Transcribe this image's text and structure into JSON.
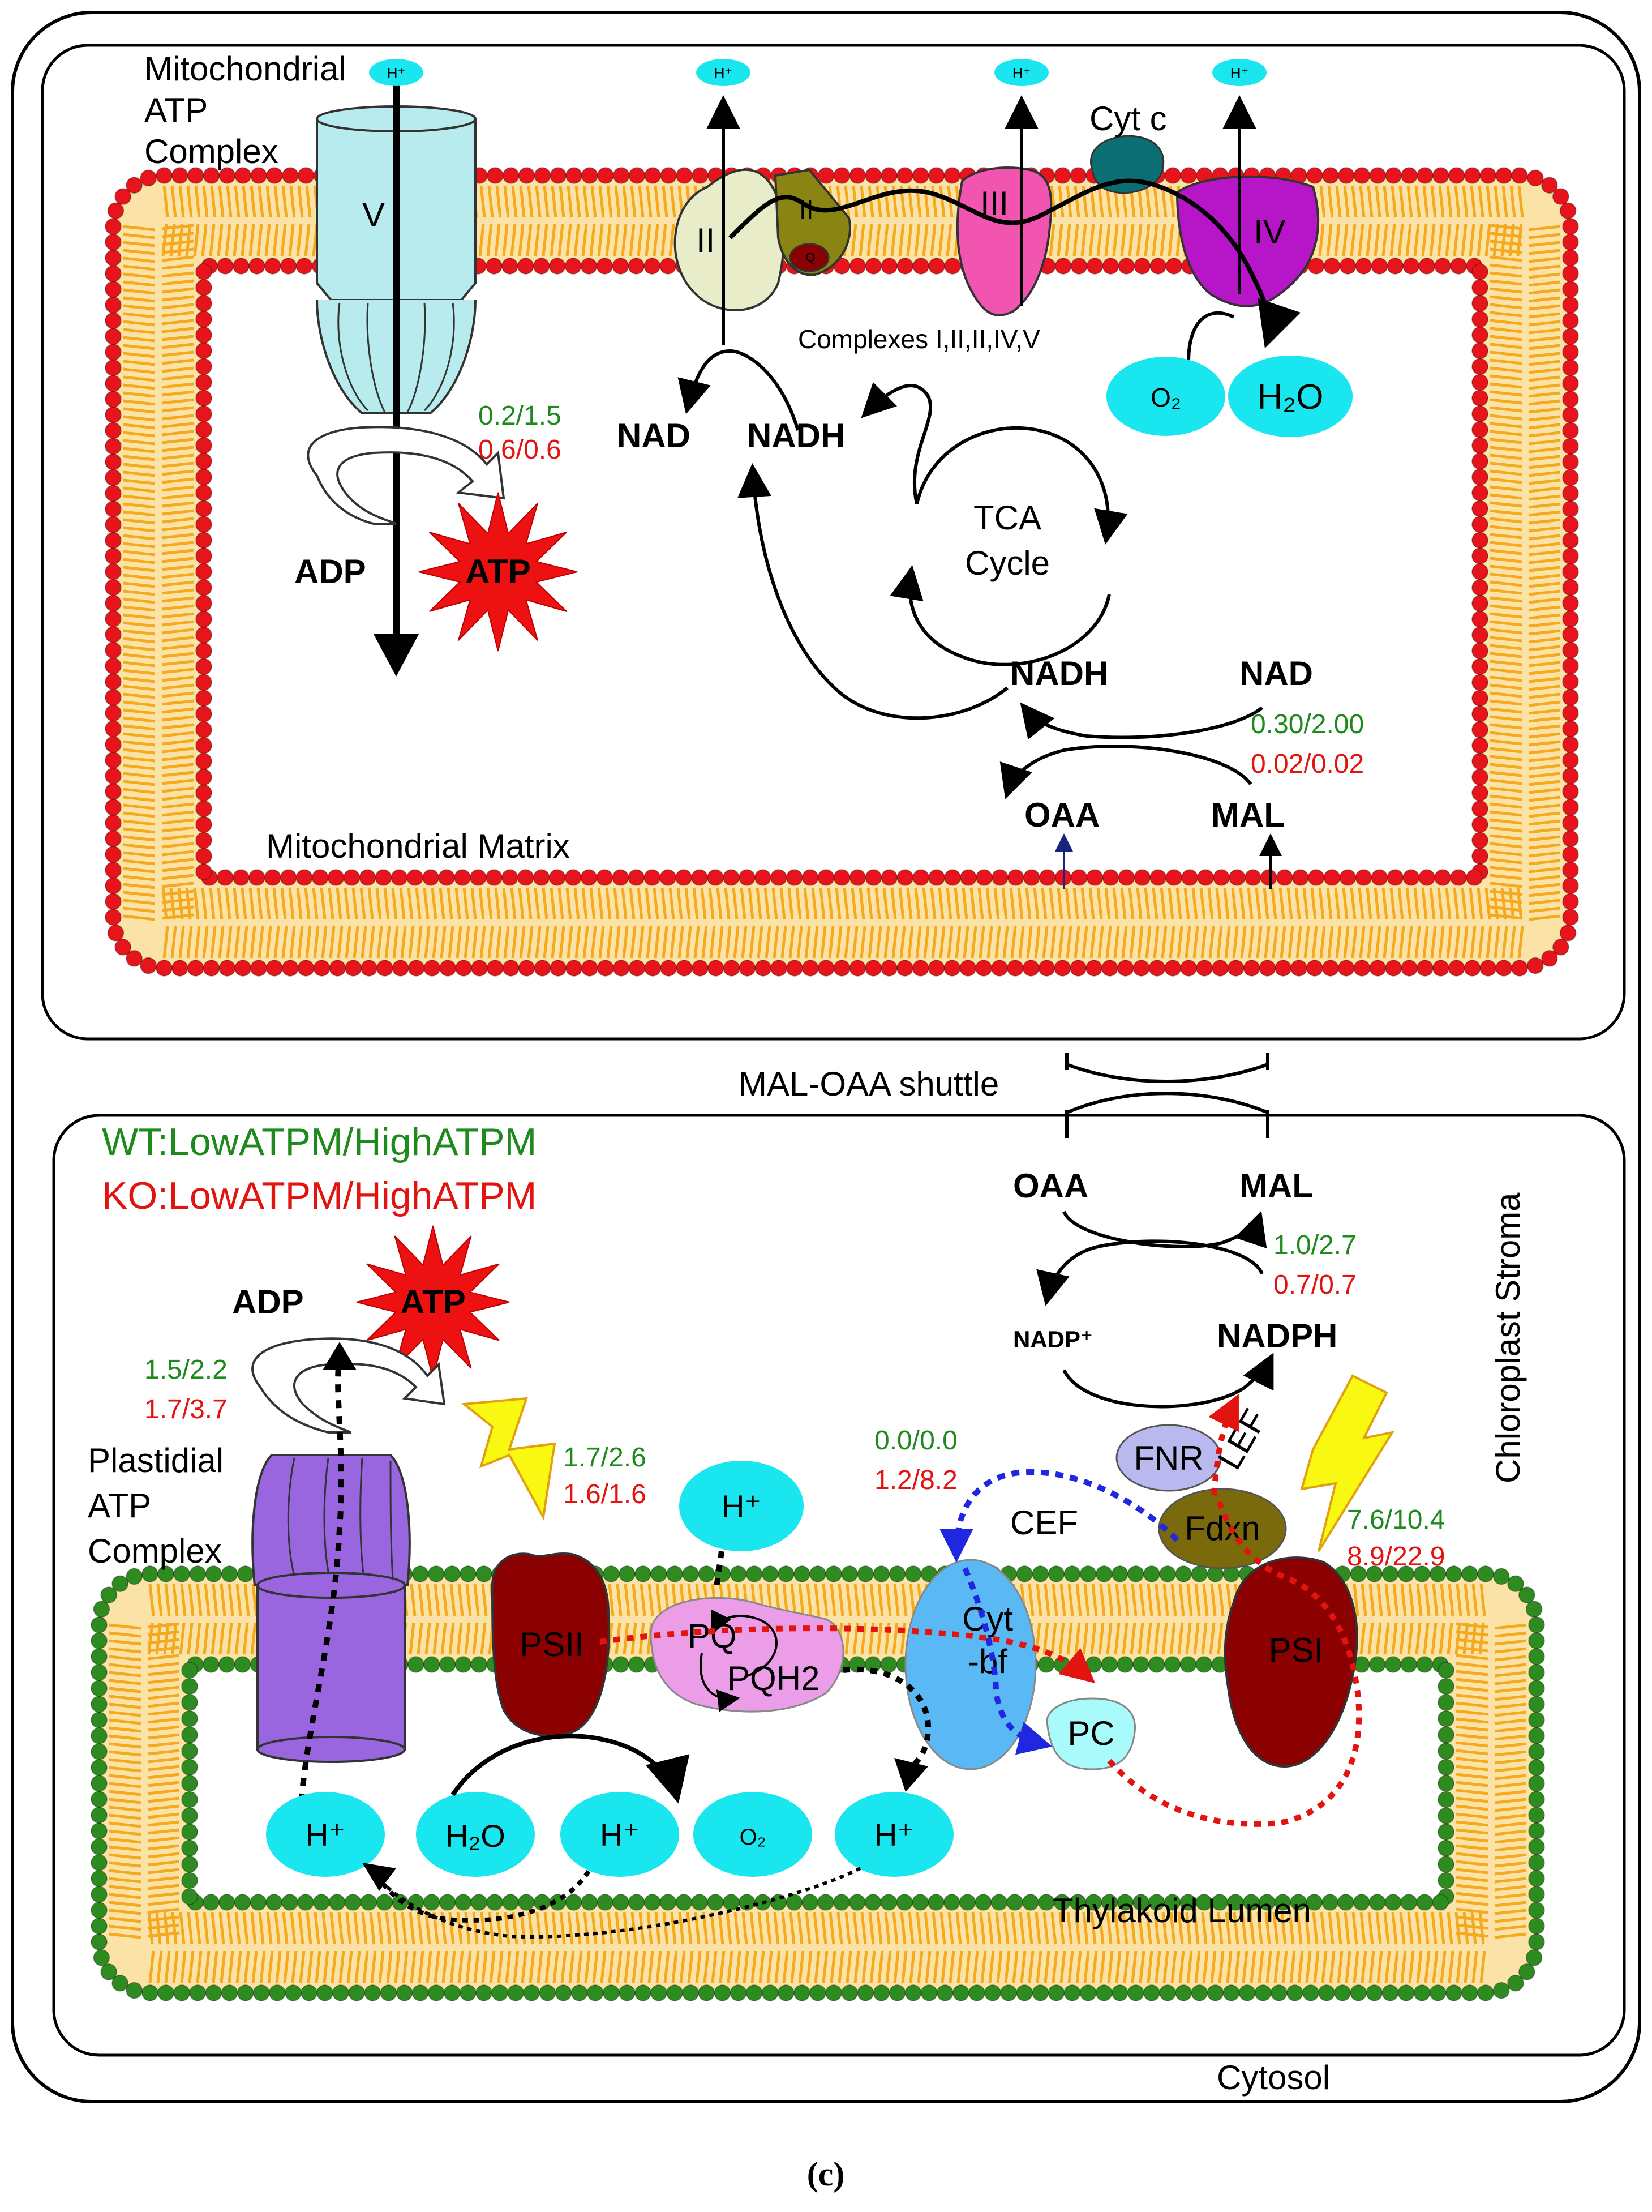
{
  "colors": {
    "mito_head": "#e8141b",
    "chloro_head": "#2e8b1f",
    "tail": "#f4a91e",
    "wt_green": "#1e8a1e",
    "ko_red": "#e3140f",
    "proton_cyan": "#19e6ee",
    "atp_red": "#ee1111",
    "complex_v": "#b7ebee",
    "complex_ii": "#e9ecc9",
    "complex_olive": "#8a8512",
    "complex_iii": "#f255b0",
    "cyt_c": "#0b6e72",
    "complex_iv": "#b615c8",
    "plastid_atp": "#9966e0",
    "psii": "#8b0000",
    "pq": "#ec9de8",
    "cytbf": "#5ab8f5",
    "pc": "#a9fbfb",
    "fnr": "#b9b9ef",
    "fdxn": "#7b6a0c",
    "psi": "#8b0000",
    "lightning": "#f8f812",
    "cef_blue": "#1f28e0",
    "lef_red": "#e3140f"
  },
  "icons": [
    "lightning-icon",
    "atp-starburst-icon",
    "rotary-arrow-icon"
  ],
  "mito": {
    "complex_label": [
      "Mitochondrial",
      "ATP",
      "Complex"
    ],
    "proton": "H⁺",
    "v_label": "V",
    "ii_label": "II",
    "ii_small": "II",
    "q_label": "Q",
    "iii_label": "III",
    "iv_label": "IV",
    "cytc_label": "Cyt c",
    "complexes_caption": "Complexes I,II,II,IV,V",
    "o2": "O₂",
    "h2o": "H₂O",
    "nad_left": "NAD",
    "nadh_top": "NADH",
    "wt_ratio": "0.2/1.5",
    "ko_ratio": "0.6/0.6",
    "adp": "ADP",
    "atp": "ATP",
    "tca": [
      "TCA",
      "Cycle"
    ],
    "nadh_bottom": "NADH",
    "nad_bottom": "NAD",
    "mal_wt": "0.30/2.00",
    "mal_ko": "0.02/0.02",
    "oaa": "OAA",
    "mal": "MAL",
    "matrix_label": "Mitochondrial Matrix"
  },
  "shuttle": {
    "label": "MAL-OAA shuttle"
  },
  "legend": {
    "wt": "WT:LowATPM/HighATPM",
    "ko": "KO:LowATPM/HighATPM"
  },
  "chloro": {
    "stroma_label": "Chloroplast Stroma",
    "oaa": "OAA",
    "mal": "MAL",
    "mal_wt": "1.0/2.7",
    "mal_ko": "0.7/0.7",
    "nadp": "NADP⁺",
    "nadph": "NADPH",
    "adp": "ADP",
    "atp": "ATP",
    "atp_wt": "1.5/2.2",
    "atp_ko": "1.7/3.7",
    "complex_label": [
      "Plastidial",
      "ATP",
      "Complex"
    ],
    "psii_wt": "1.7/2.6",
    "psii_ko": "1.6/1.6",
    "proton": "H⁺",
    "cef_wt": "0.0/0.0",
    "cef_ko": "1.2/8.2",
    "cef": "CEF",
    "lef": "LEF",
    "fnr": "FNR",
    "fdxn": "Fdxn",
    "psi_wt": "7.6/10.4",
    "psi_ko": "8.9/22.9",
    "psii": "PSII",
    "pq": "PQ",
    "pqh2": "PQH2",
    "cyt": [
      "Cyt",
      "-bf"
    ],
    "pc": "PC",
    "psi": "PSI",
    "h2o": "H₂O",
    "o2": "O₂",
    "lumen_label": "Thylakoid Lumen"
  },
  "cytosol_label": "Cytosol",
  "panel_caption": "(c)"
}
